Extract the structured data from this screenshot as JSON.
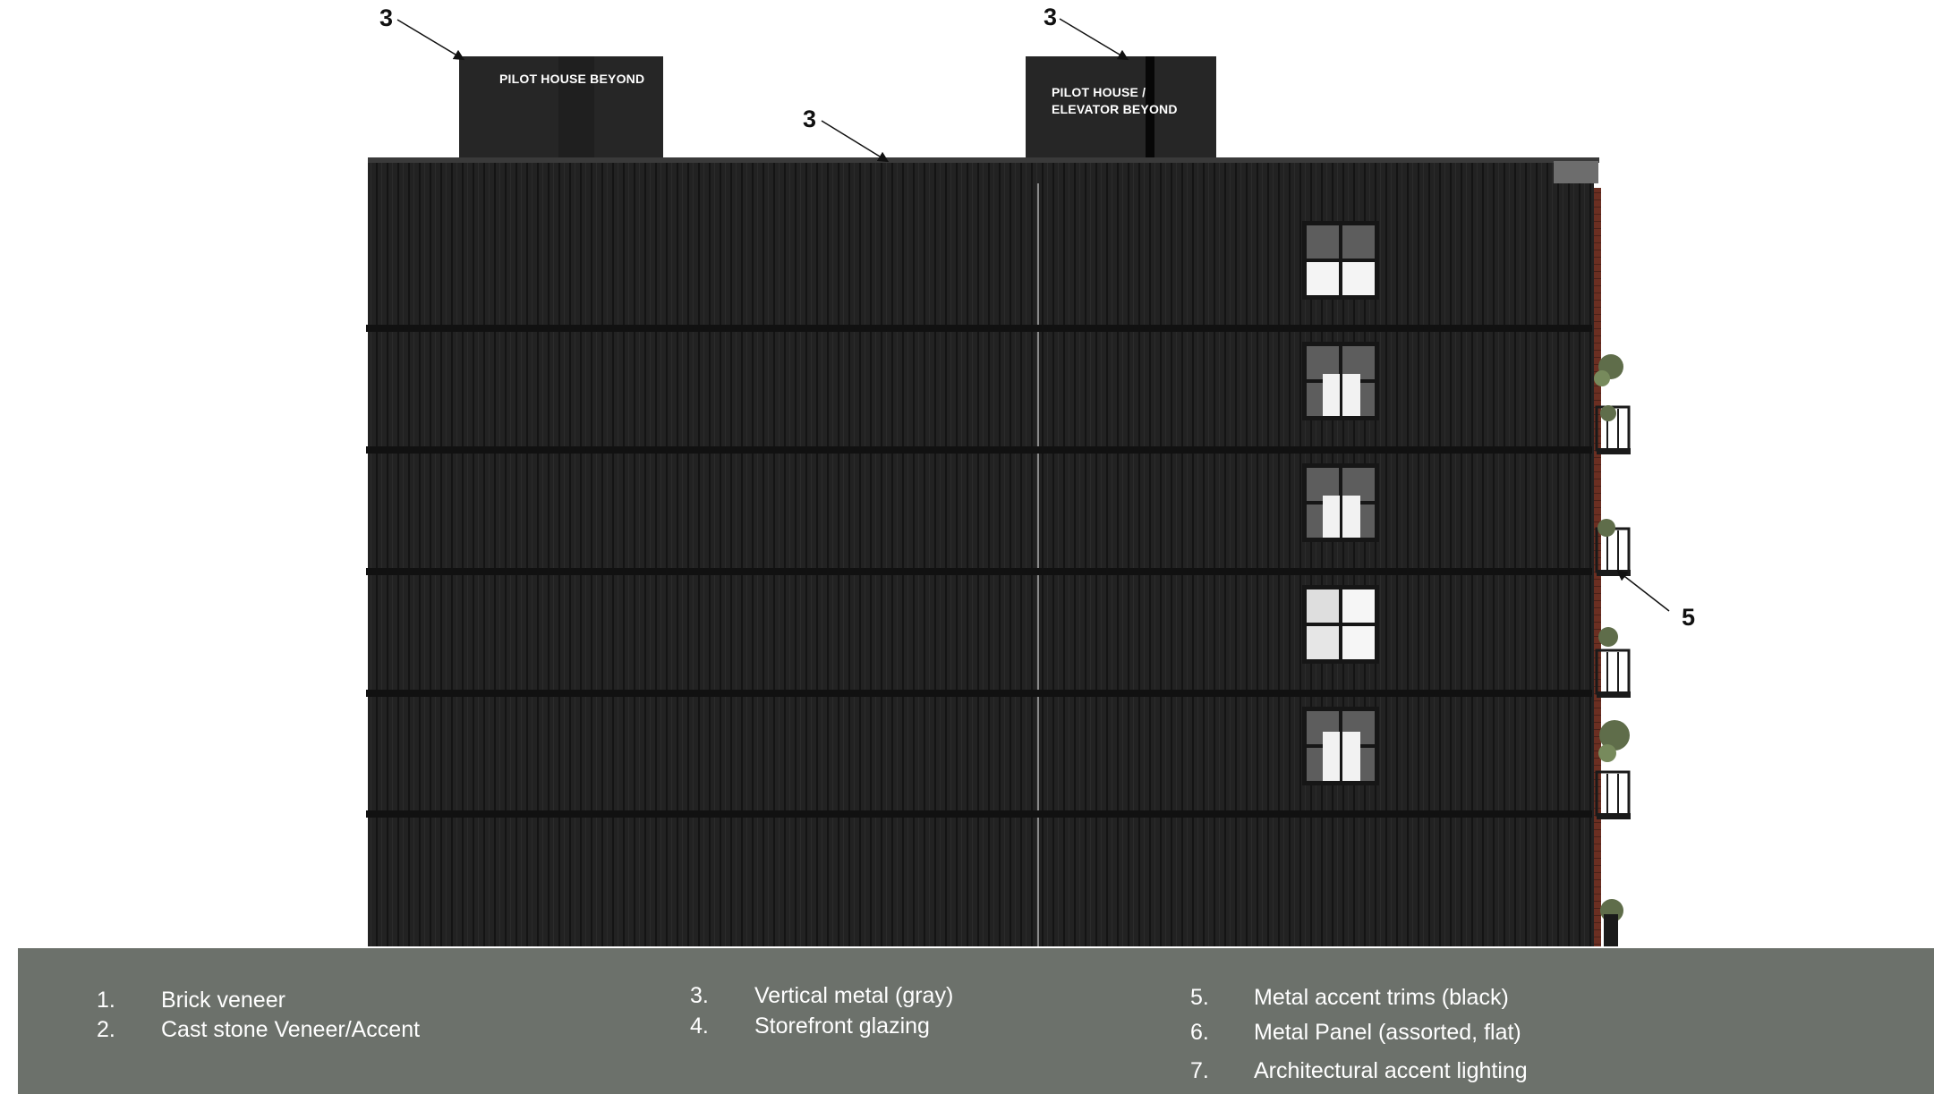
{
  "annotations": {
    "callout_number_material": "3",
    "callout_number_trim": "5",
    "pilot_house_left": "PILOT HOUSE BEYOND",
    "pilot_house_right": "PILOT HOUSE / ELEVATOR BEYOND"
  },
  "legend": {
    "items": [
      {
        "num": "1.",
        "text": "Brick veneer"
      },
      {
        "num": "2.",
        "text": "Cast stone Veneer/Accent"
      },
      {
        "num": "3.",
        "text": "Vertical metal (gray)"
      },
      {
        "num": "4.",
        "text": "Storefront glazing"
      },
      {
        "num": "5.",
        "text": "Metal accent trims (black)"
      },
      {
        "num": "6.",
        "text": "Metal Panel (assorted, flat)"
      },
      {
        "num": "7.",
        "text": "Architectural accent lighting"
      }
    ]
  },
  "colors": {
    "facade": "#222222",
    "legend_band": "#6c716b",
    "brick_edge": "#6b2f22",
    "window_glass": "#5d5d5d"
  }
}
